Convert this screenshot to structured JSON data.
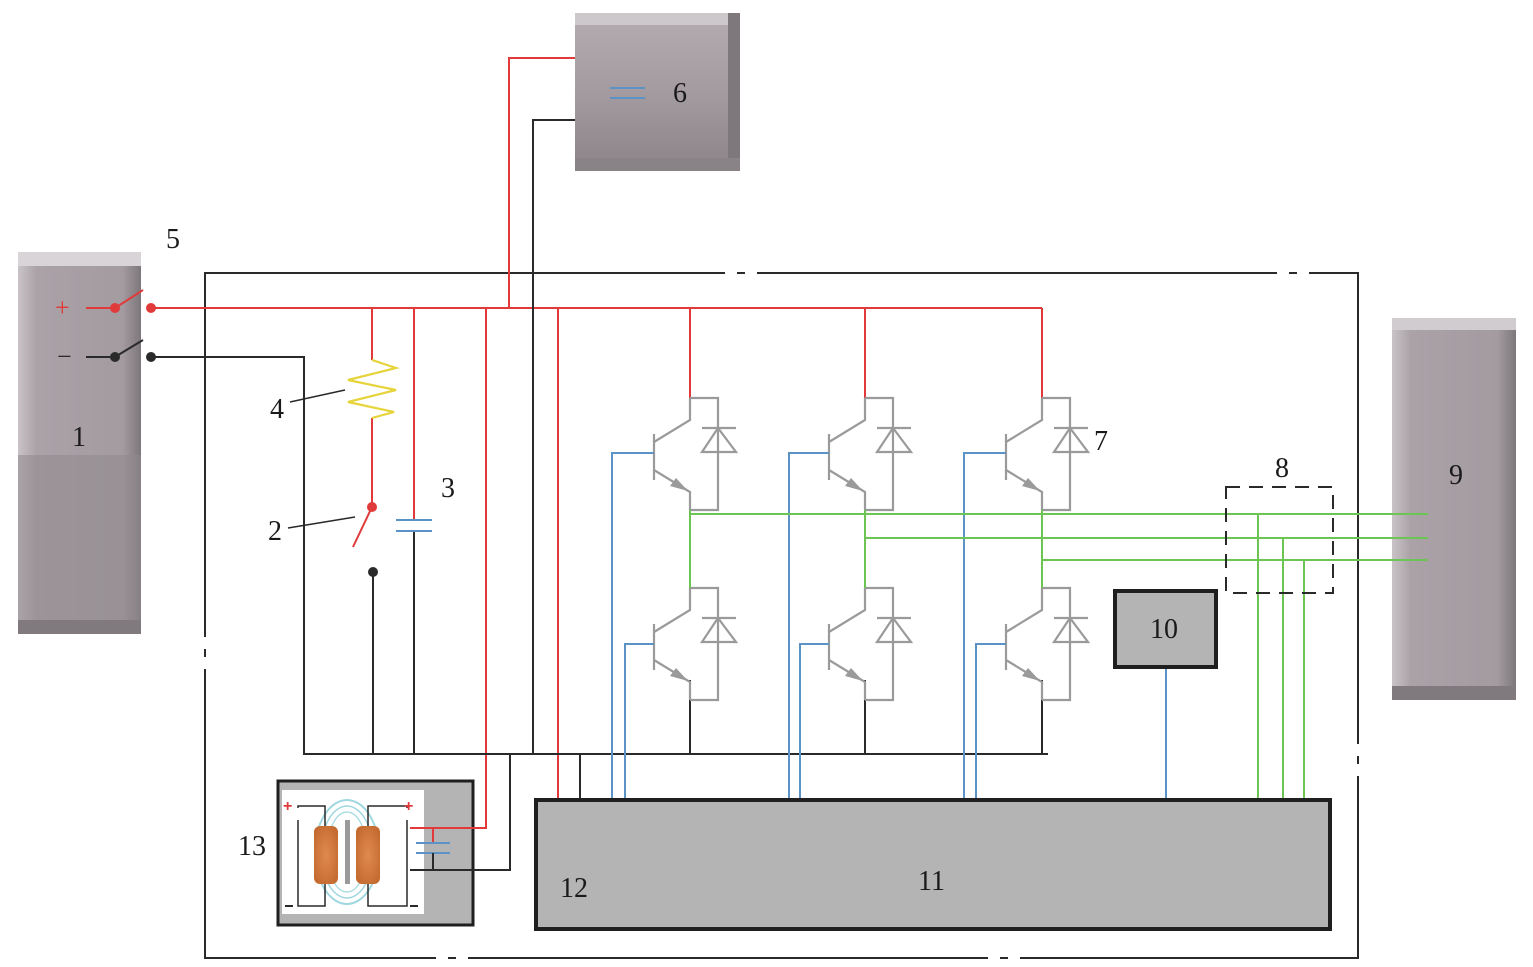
{
  "diagram": {
    "type": "circuit-schematic",
    "labels": {
      "battery": "1",
      "precharge_switch": "2",
      "dc_link_capacitor": "3",
      "precharge_resistor": "4",
      "main_contactor": "5",
      "external_capacitor_module": "6",
      "igbt_bridge": "7",
      "current_sensor": "8",
      "motor": "9",
      "module_10": "10",
      "controller": "11",
      "controller_port": "12",
      "transformer_module": "13"
    },
    "terminals": {
      "positive": "+",
      "negative": "−"
    },
    "colors": {
      "positive_bus": "#e03a3a",
      "negative_bus": "#2a2a2a",
      "gate_signal": "#5b93c6",
      "phase_output": "#6cc552",
      "semiconductor": "#9a9a9a",
      "resistor": "#e6d43a",
      "module_fill": "#b4b4b4",
      "block_fill": "#a59ea3"
    }
  }
}
